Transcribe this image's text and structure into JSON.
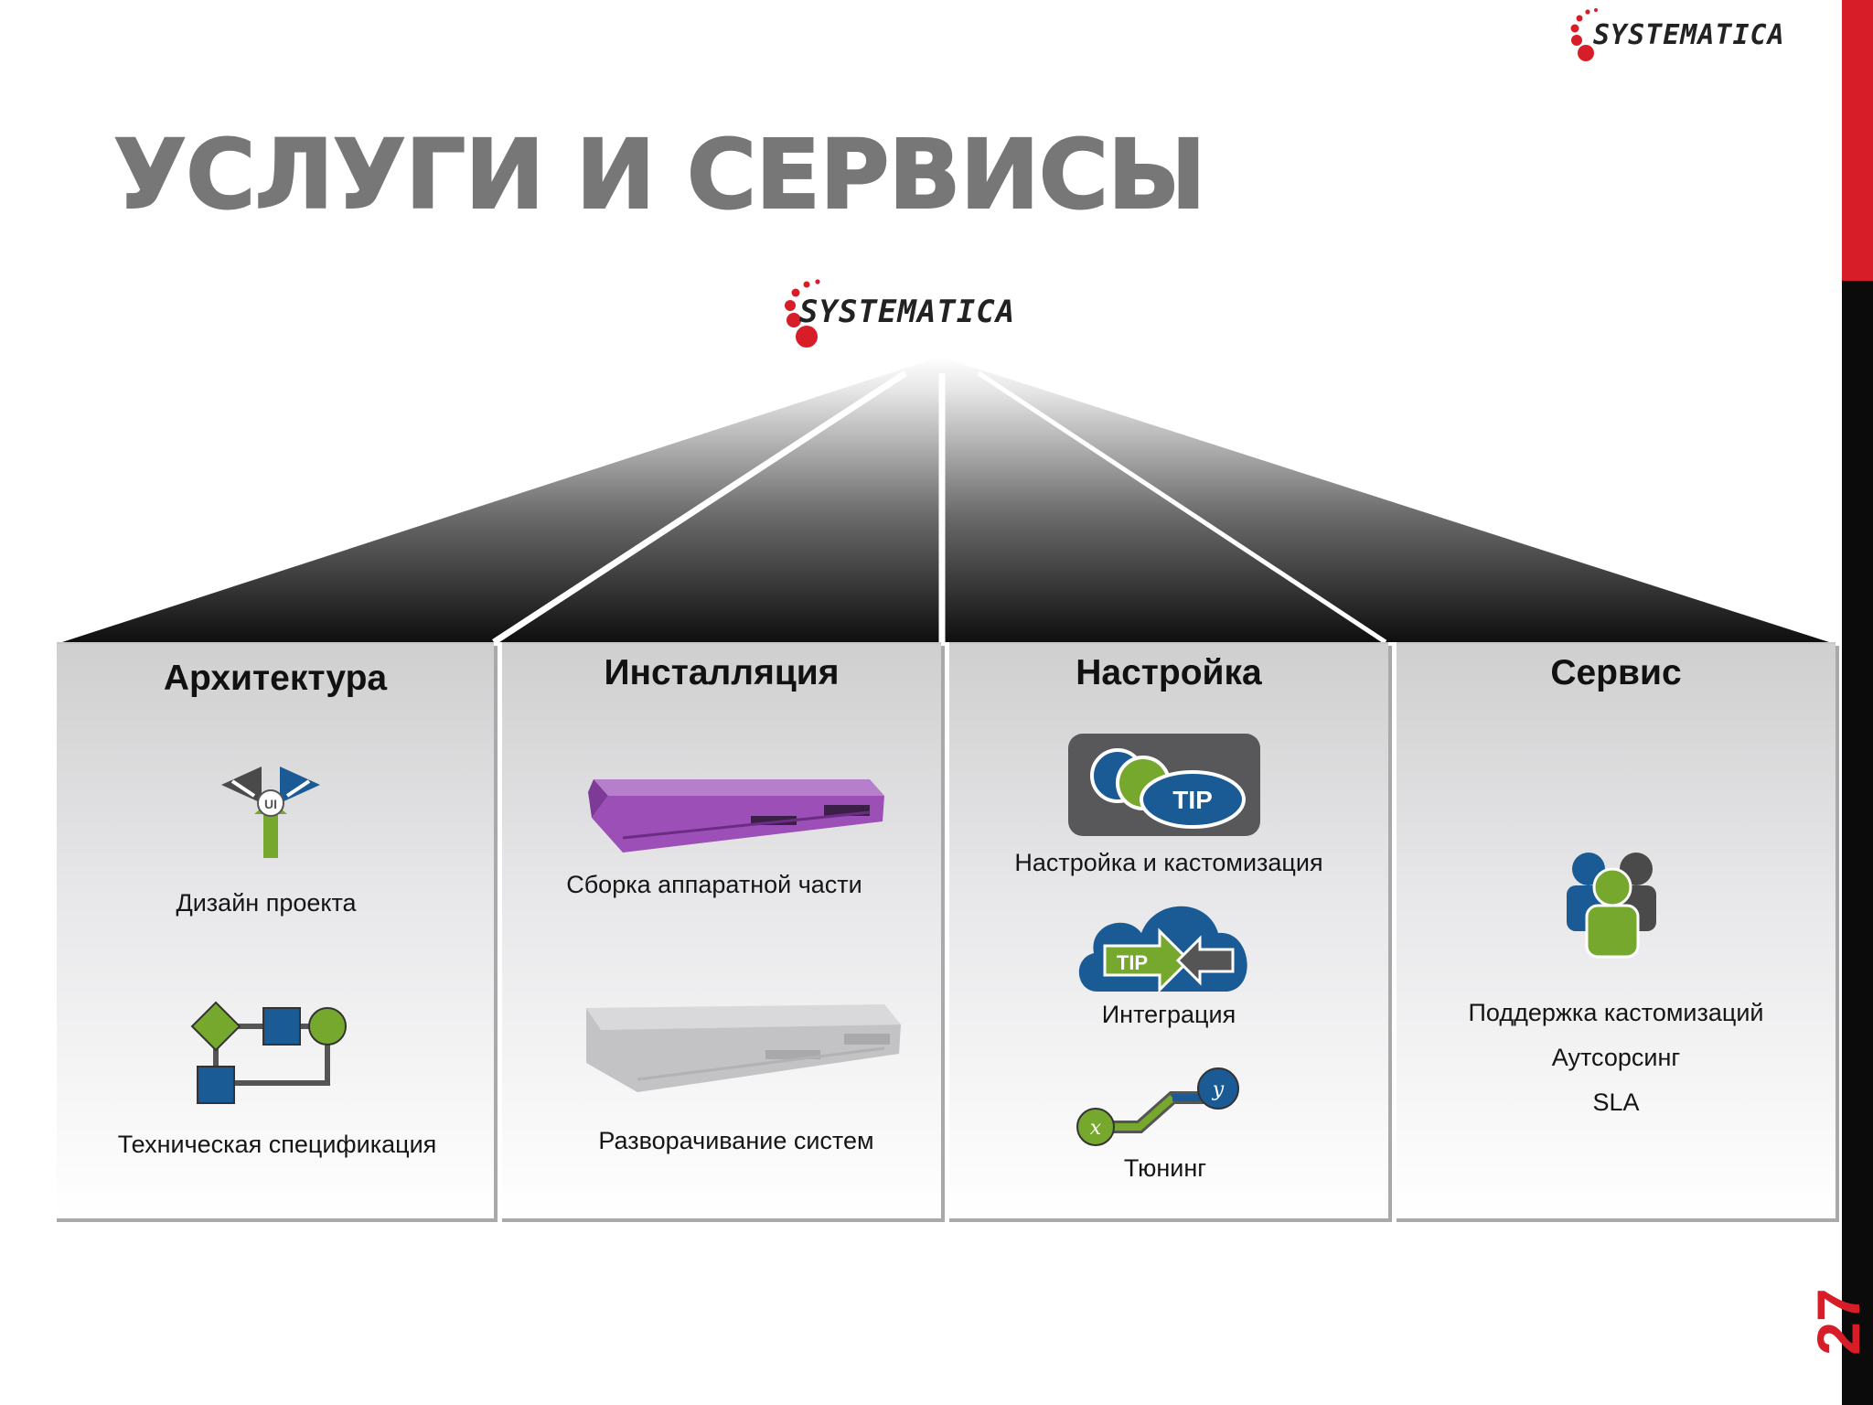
{
  "header": {
    "title": "УСЛУГИ И СЕРВИСЫ",
    "logo_text": "SYSTEMATICA",
    "page_number": "27"
  },
  "hub": {
    "logo_text": "SYSTEMATICA"
  },
  "colors": {
    "accent_red": "#d71e28",
    "title_gray": "#777777",
    "side_black": "#0b0b0b",
    "icon_blue": "#1b5b95",
    "icon_green": "#76a82e",
    "device_purple": "#9c4fb7"
  },
  "columns": [
    {
      "heading": "Архитектура",
      "items": [
        {
          "icon": "ui-design-icon",
          "label": "Дизайн проекта"
        },
        {
          "icon": "flowchart-icon",
          "label": "Техническая спецификация"
        }
      ]
    },
    {
      "heading": "Инсталляция",
      "items": [
        {
          "icon": "purple-server-icon",
          "label": "Сборка  аппаратной  части"
        },
        {
          "icon": "gray-server-icon",
          "label": "Разворачивание систем"
        }
      ]
    },
    {
      "heading": "Настройка",
      "items": [
        {
          "icon": "cloud-tip-icon",
          "label": "Настройка и кастомизация"
        },
        {
          "icon": "cloud-integration-icon",
          "label": "Интеграция"
        },
        {
          "icon": "xy-tuning-icon",
          "label": "Тюнинг"
        }
      ]
    },
    {
      "heading": "Сервис",
      "items": [
        {
          "icon": "people-icon",
          "label": "Поддержка кастомизаций"
        },
        {
          "label": "Аутсорсинг"
        },
        {
          "label": "SLA"
        }
      ]
    }
  ]
}
